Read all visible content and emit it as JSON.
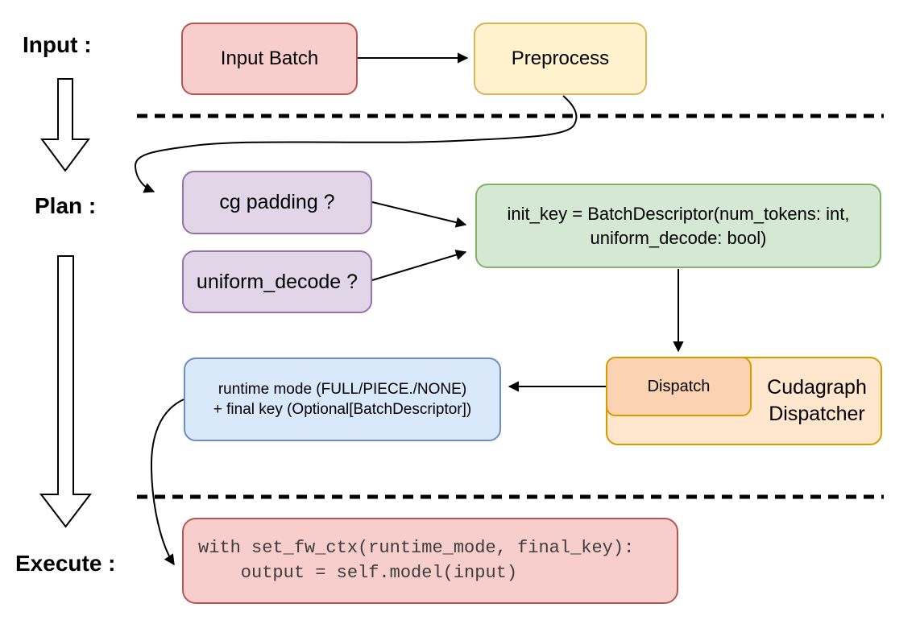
{
  "stages": {
    "input": {
      "label": "Input :"
    },
    "plan": {
      "label": "Plan :"
    },
    "execute": {
      "label": "Execute :"
    }
  },
  "nodes": {
    "input_batch": {
      "label": "Input Batch",
      "fill": "#F8CECC",
      "border": "#B85450"
    },
    "preprocess": {
      "label": "Preprocess",
      "fill": "#FFF2CC",
      "border": "#D6B656"
    },
    "cg_padding": {
      "label": "cg padding ?",
      "fill": "#E1D5E7",
      "border": "#9673A6"
    },
    "uniform_decode": {
      "label": "uniform_decode ?",
      "fill": "#E1D5E7",
      "border": "#9673A6"
    },
    "init_key": {
      "lines": [
        "init_key = BatchDescriptor(num_tokens: int,",
        "uniform_decode: bool)"
      ],
      "fill": "#D5E8D4",
      "border": "#82B366"
    },
    "dispatch": {
      "label": "Dispatch",
      "fill": "#FBD2B2",
      "border": "#D79B00"
    },
    "cudagraph_dispatcher": {
      "lines": [
        "Cudagraph",
        "Dispatcher"
      ],
      "fill": "#FFE6CC",
      "border": "#D79B00"
    },
    "runtime_mode": {
      "lines": [
        "runtime mode (FULL/PIECE./NONE)",
        "+ final key (Optional[BatchDescriptor])"
      ],
      "fill": "#DAE8FC",
      "border": "#6C8EBF"
    },
    "execute_code": {
      "lines": [
        "with set_fw_ctx(runtime_mode, final_key):",
        "    output = self.model(input)"
      ],
      "fill": "#F8CECC",
      "border": "#B85450",
      "text_color": "#3D3D3D"
    }
  },
  "colors": {
    "connector": "#000000",
    "divider": "#000000",
    "background": "#FFFFFF"
  }
}
